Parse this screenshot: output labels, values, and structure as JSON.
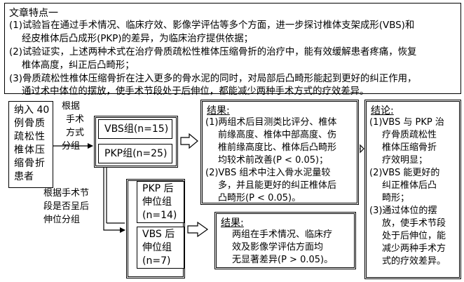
{
  "features": {
    "title": "文章特点一",
    "lines": [
      "(1)试验旨在通过手术情况、临床疗效、影像学评估等多个方面，进一步探讨椎体支架成形(VBS)和",
      "经皮椎体后凸成形(PKP)的差异，为临床治疗提供依据；",
      "(2)试验证实，上述两种术式在治疗骨质疏松性椎体压缩骨折的治疗中，能有效缓解患者疼痛，恢复",
      "椎体高度，纠正后凸畸形；",
      "(3)骨质疏松性椎体压缩骨折在注入更多的骨水泥的同时，对局部后凸畸形能起到更好的纠正作用，",
      "通过术中体位的摆放，使手术节段处于后伸位，都能减少两种手术方式的疗效差异。"
    ]
  },
  "patients": {
    "lines": [
      "纳入 40",
      "例骨质",
      "疏松性",
      "椎体压",
      "缩骨折",
      "患者"
    ]
  },
  "group_by_method": {
    "lines": [
      "根据",
      "手术",
      "方式",
      "分组"
    ]
  },
  "group_by_position": {
    "lines": [
      "根据手术节",
      "段是否呈后",
      "伸位分组"
    ]
  },
  "vbs_group": {
    "label": "VBS组(n=15)"
  },
  "pkp_group": {
    "label": "PKP组(n=25)"
  },
  "pkp_ext": {
    "lines": [
      "PKP 后",
      "伸位组",
      "(n=14)"
    ]
  },
  "vbs_ext": {
    "lines": [
      "VBS 后",
      "伸位组",
      "(n=7)"
    ]
  },
  "result1": {
    "title": "结果:",
    "lines": [
      "(1)两组术后目测类比评分、椎体",
      "前缘高度、椎体中部高度、伤",
      "椎前缘高度比、椎体后凸畸形",
      "均较术前改善(P < 0.05)；",
      "(2)VBS 组术中注入骨水泥量较",
      "多，并且能更好的纠正椎体后",
      "凸畸形(P < 0.05)。"
    ]
  },
  "result2": {
    "title": "结果:",
    "lines": [
      "两组在手术情况、临床疗",
      "效及影像学评估方面均",
      "无显著差异(P > 0.05)。"
    ]
  },
  "conclusion": {
    "title": "结论:",
    "lines": [
      "(1)VBS 与 PKP 治",
      "疗骨质疏松性",
      "椎体压缩骨折",
      "疗效明显；",
      "(2)VBS 能更好的",
      "纠正椎体后凸",
      "畸形；",
      "(3)通过体位的摆",
      "放，使手术节段",
      "处于后伸位，能",
      "减少两种手术方",
      "式的疗效差异。"
    ]
  }
}
